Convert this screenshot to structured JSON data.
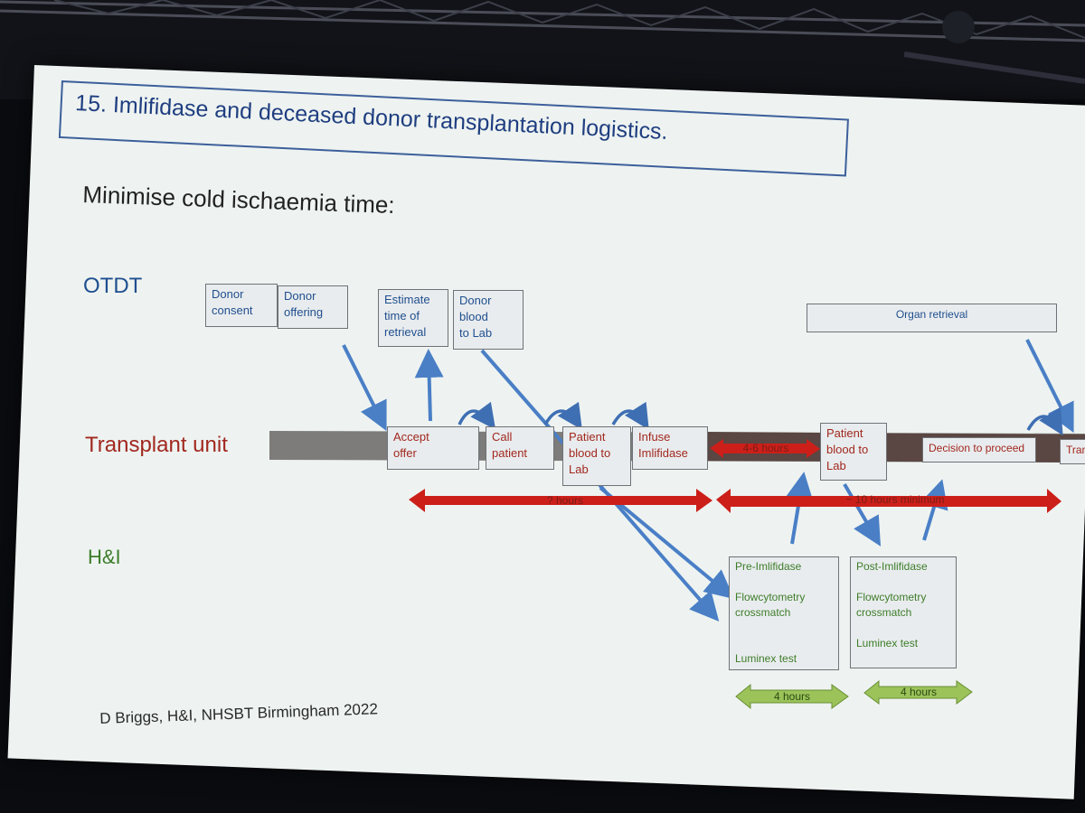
{
  "slide": {
    "title": "15.  Imlifidase and deceased donor transplantation logistics.",
    "subtitle": "Minimise cold ischaemia time:",
    "footer": "D Briggs, H&I, NHSBT Birmingham  2022"
  },
  "lanes": {
    "otdt": "OTDT",
    "transplant_unit": "Transplant unit",
    "hi": "H&I"
  },
  "otdt_boxes": {
    "donor_consent": "Donor\nconsent",
    "donor_offering": "Donor\noffering",
    "estimate_retrieval": "Estimate\ntime of\nretrieval",
    "donor_blood": "Donor\nblood\nto Lab",
    "organ_retrieval": "Organ retrieval"
  },
  "unit_boxes": {
    "accept_offer": "Accept\noffer",
    "call_patient": "Call\npatient",
    "patient_blood_1": "Patient\nblood to\nLab",
    "infuse": "Infuse\nImlifidase",
    "patient_blood_2": "Patient\nblood to\nLab",
    "decision": "Decision to proceed",
    "transplant_cut": "Tran"
  },
  "timing": {
    "unknown_hours": "? hours",
    "four_six_hours": "4-6 hours",
    "ten_hours": "~ 10 hours minimum"
  },
  "hi_boxes": {
    "pre": "Pre-Imlifidase\n\nFlowcytometry\ncrossmatch\n\n\nLuminex test",
    "post": "Post-Imlifidase\n\nFlowcytometry\ncrossmatch\n\nLuminex test",
    "pre_duration": "4 hours",
    "post_duration": "4 hours"
  },
  "colors": {
    "otdt_blue": "#1f4f8f",
    "unit_red": "#a1281f",
    "hi_green": "#3d7d2a",
    "arrow_red": "#cc1f1a",
    "arrow_green": "#9bc35a",
    "arrow_blue": "#4a7fc6",
    "band_gray": "#7d7c7a"
  }
}
